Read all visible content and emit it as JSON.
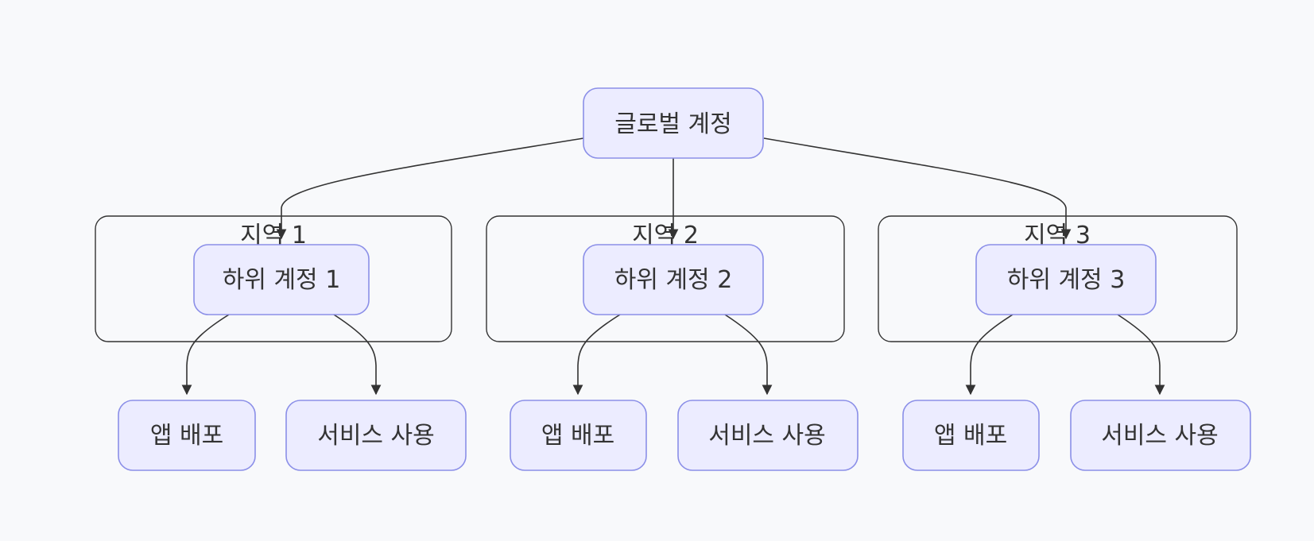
{
  "diagram": {
    "root": {
      "label": "글로벌 계정"
    },
    "regions": [
      {
        "label": "지역 1",
        "sub_account": {
          "label": "하위 계정 1"
        },
        "children": [
          {
            "label": "앱 배포"
          },
          {
            "label": "서비스 사용"
          }
        ]
      },
      {
        "label": "지역 2",
        "sub_account": {
          "label": "하위 계정 2"
        },
        "children": [
          {
            "label": "앱 배포"
          },
          {
            "label": "서비스 사용"
          }
        ]
      },
      {
        "label": "지역 3",
        "sub_account": {
          "label": "하위 계정 3"
        },
        "children": [
          {
            "label": "앱 배포"
          },
          {
            "label": "서비스 사용"
          }
        ]
      }
    ],
    "colors": {
      "background": "#f8f9fb",
      "node_fill": "#ececff",
      "node_stroke": "#8b8fe8",
      "line": "#333333",
      "text": "#333333"
    }
  }
}
